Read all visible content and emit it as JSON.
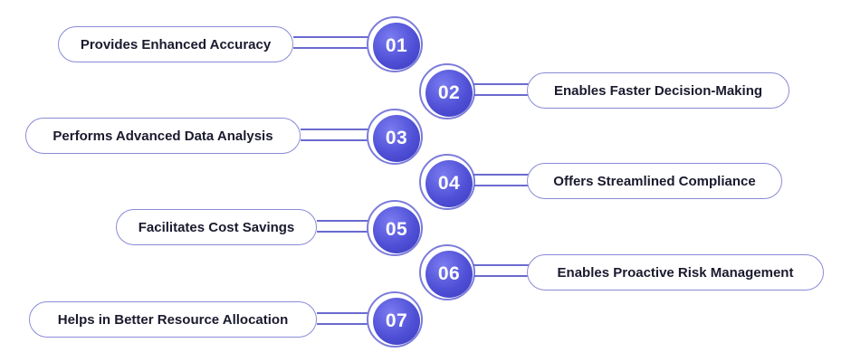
{
  "items": [
    {
      "number": "01",
      "label": "Provides Enhanced Accuracy"
    },
    {
      "number": "02",
      "label": "Enables Faster Decision-Making"
    },
    {
      "number": "03",
      "label": "Performs Advanced Data Analysis"
    },
    {
      "number": "04",
      "label": "Offers Streamlined Compliance"
    },
    {
      "number": "05",
      "label": "Facilitates Cost Savings"
    },
    {
      "number": "06",
      "label": "Enables Proactive Risk Management"
    },
    {
      "number": "07",
      "label": "Helps in Better Resource Allocation"
    }
  ],
  "colors": {
    "badge": "#4f50d6",
    "outline": "#8a8ad8",
    "text": "#1a1a2e"
  }
}
